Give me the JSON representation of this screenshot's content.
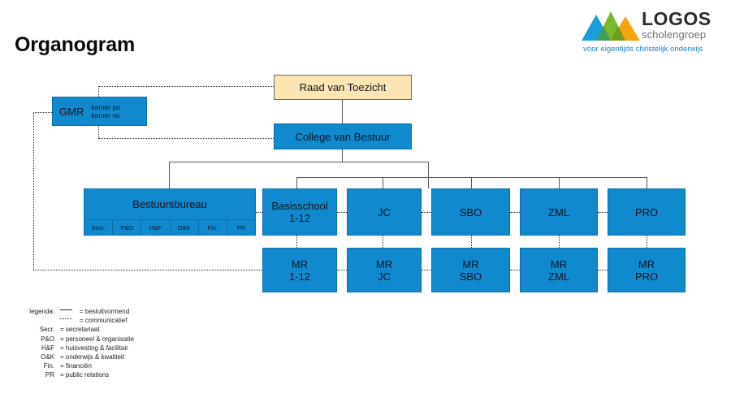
{
  "page": {
    "title": "Organogram",
    "background": "#ffffff"
  },
  "logo": {
    "name": "LOGOS",
    "subtitle": "scholengroep",
    "tagline": "voor eigentijds christelijk onderwijs",
    "colors": {
      "blue": "#1b9dd9",
      "green": "#7ab929",
      "dark_green": "#4f8f1e",
      "orange": "#f5a313",
      "wordmark": "#2b2b2b",
      "subtitle": "#6f6f6f",
      "tagline": "#1a7fc1"
    }
  },
  "colors": {
    "box_blue_fill": "#1189ce",
    "box_blue_border": "#0b6ea6",
    "box_cream_fill": "#fbe5b2",
    "box_cream_border": "#6d6d6d",
    "connector_solid": "#58585a",
    "connector_dotted": "#2a2a2a",
    "text": "#10121a"
  },
  "chart_data": {
    "type": "diagram",
    "title": "Organogram",
    "nodes": [
      {
        "id": "rvt",
        "label": "Raad van Toezicht",
        "style": "cream",
        "level": 0
      },
      {
        "id": "gmr",
        "label": "GMR",
        "sublabel": "kamer po\nkamer vo",
        "style": "blue",
        "level": 0
      },
      {
        "id": "cvb",
        "label": "College van Bestuur",
        "style": "blue",
        "level": 1
      },
      {
        "id": "bestuursbureau",
        "label": "Bestuursbureau",
        "style": "blue",
        "level": 2,
        "cells": [
          "Secr.",
          "P&O",
          "H&F",
          "O&K",
          "Fin.",
          "PR"
        ]
      },
      {
        "id": "basisschool",
        "label": "Basisschool\n1-12",
        "style": "blue",
        "level": 2
      },
      {
        "id": "jc",
        "label": "JC",
        "style": "blue",
        "level": 2
      },
      {
        "id": "sbo",
        "label": "SBO",
        "style": "blue",
        "level": 2
      },
      {
        "id": "zml",
        "label": "ZML",
        "style": "blue",
        "level": 2
      },
      {
        "id": "pro",
        "label": "PRO",
        "style": "blue",
        "level": 2
      },
      {
        "id": "mr-basisschool",
        "label": "MR\n1-12",
        "style": "blue",
        "level": 3
      },
      {
        "id": "mr-jc",
        "label": "MR\nJC",
        "style": "blue",
        "level": 3
      },
      {
        "id": "mr-sbo",
        "label": "MR\nSBO",
        "style": "blue",
        "level": 3
      },
      {
        "id": "mr-zml",
        "label": "MR\nZML",
        "style": "blue",
        "level": 3
      },
      {
        "id": "mr-pro",
        "label": "MR\nPRO",
        "style": "blue",
        "level": 3
      }
    ],
    "edges": [
      {
        "from": "rvt",
        "to": "cvb",
        "style": "solid"
      },
      {
        "from": "cvb",
        "to": "bestuursbureau",
        "style": "solid"
      },
      {
        "from": "cvb",
        "to": "basisschool",
        "style": "solid"
      },
      {
        "from": "cvb",
        "to": "jc",
        "style": "solid"
      },
      {
        "from": "cvb",
        "to": "sbo",
        "style": "solid"
      },
      {
        "from": "cvb",
        "to": "zml",
        "style": "solid"
      },
      {
        "from": "cvb",
        "to": "pro",
        "style": "solid"
      },
      {
        "from": "gmr",
        "to": "rvt",
        "style": "dotted"
      },
      {
        "from": "gmr",
        "to": "cvb",
        "style": "dotted"
      },
      {
        "from": "gmr",
        "to": "mr-basisschool",
        "style": "dotted"
      },
      {
        "from": "bestuursbureau",
        "to": "basisschool",
        "style": "dotted"
      },
      {
        "from": "basisschool",
        "to": "jc",
        "style": "dotted"
      },
      {
        "from": "jc",
        "to": "sbo",
        "style": "dotted"
      },
      {
        "from": "sbo",
        "to": "zml",
        "style": "dotted"
      },
      {
        "from": "zml",
        "to": "pro",
        "style": "dotted"
      },
      {
        "from": "basisschool",
        "to": "mr-basisschool",
        "style": "dotted"
      },
      {
        "from": "jc",
        "to": "mr-jc",
        "style": "dotted"
      },
      {
        "from": "sbo",
        "to": "mr-sbo",
        "style": "dotted"
      },
      {
        "from": "zml",
        "to": "mr-zml",
        "style": "dotted"
      },
      {
        "from": "pro",
        "to": "mr-pro",
        "style": "dotted"
      },
      {
        "from": "mr-basisschool",
        "to": "mr-jc",
        "style": "dotted"
      },
      {
        "from": "mr-jc",
        "to": "mr-sbo",
        "style": "dotted"
      },
      {
        "from": "mr-sbo",
        "to": "mr-zml",
        "style": "dotted"
      },
      {
        "from": "mr-zml",
        "to": "mr-pro",
        "style": "dotted"
      }
    ]
  },
  "boxes": {
    "rvt": "Raad van Toezicht",
    "gmr_main": "GMR",
    "gmr_sub": "kamer po\nkamer vo",
    "cvb": "College van Bestuur",
    "bestuursbureau": "Bestuursbureau",
    "bb_cells": [
      "Secr.",
      "P&O",
      "H&F",
      "O&K",
      "Fin.",
      "PR"
    ],
    "basisschool": "Basisschool\n1-12",
    "jc": "JC",
    "sbo": "SBO",
    "zml": "ZML",
    "pro": "PRO",
    "mr_basisschool": "MR\n1-12",
    "mr_jc": "MR\nJC",
    "mr_sbo": "MR\nSBO",
    "mr_zml": "MR\nZML",
    "mr_pro": "MR\nPRO"
  },
  "legend": {
    "title": "legenda:",
    "rows": [
      {
        "key": "",
        "sample": "solid",
        "value": "= besluitvormend"
      },
      {
        "key": "",
        "sample": "dotted",
        "value": "= communicatief"
      },
      {
        "key": "Secr.",
        "sample": "",
        "value": "= secretariaat"
      },
      {
        "key": "P&O",
        "sample": "",
        "value": "= personeel & organisatie"
      },
      {
        "key": "H&F",
        "sample": "",
        "value": "= huisvesting & facilitair"
      },
      {
        "key": "O&K",
        "sample": "",
        "value": "= onderwijs & kwaliteit"
      },
      {
        "key": "Fin.",
        "sample": "",
        "value": "= financiën"
      },
      {
        "key": "PR",
        "sample": "",
        "value": "= public relations"
      }
    ]
  }
}
